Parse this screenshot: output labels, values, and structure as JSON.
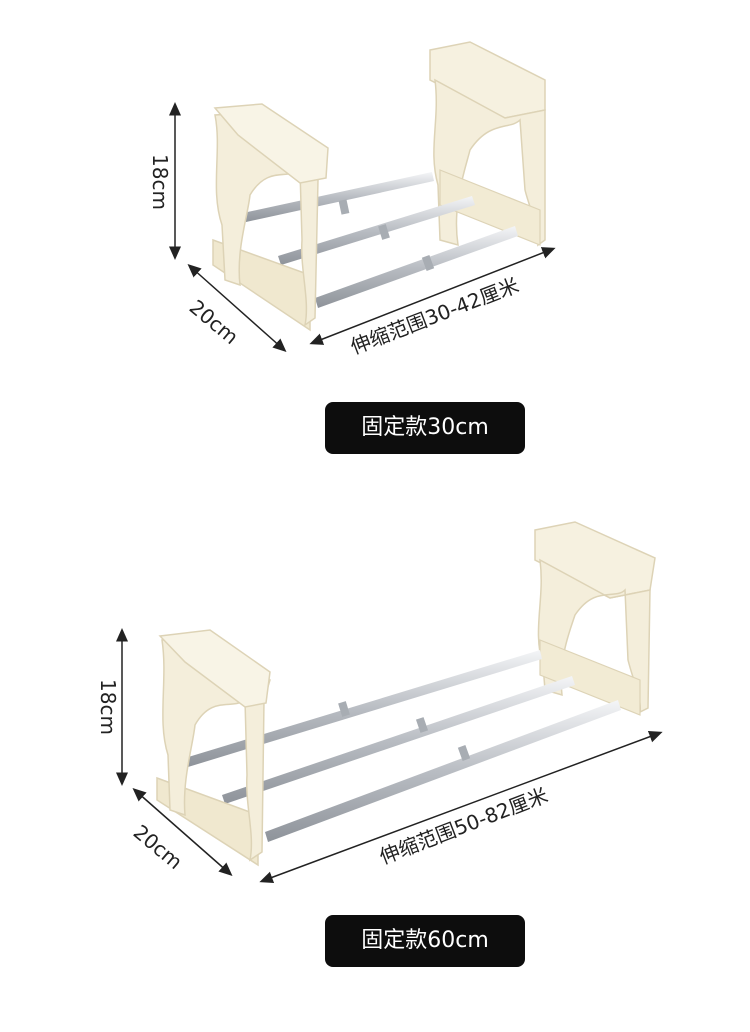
{
  "products": [
    {
      "height_label": "18cm",
      "depth_label": "20cm",
      "range_label": "伸缩范围30-42厘米",
      "badge_label": "固定款30cm"
    },
    {
      "height_label": "18cm",
      "depth_label": "20cm",
      "range_label": "伸缩范围50-82厘米",
      "badge_label": "固定款60cm"
    }
  ],
  "colors": {
    "frame": "#f4eedb",
    "frame_edge": "#ddd3b6",
    "rod": "#c9cdd2",
    "badge_bg": "#0d0d0d",
    "badge_text": "#ffffff"
  }
}
